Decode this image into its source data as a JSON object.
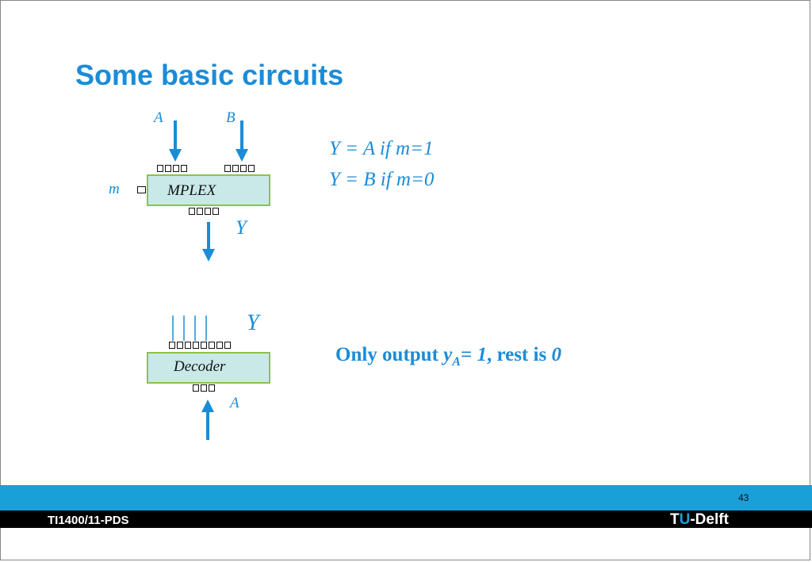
{
  "slide": {
    "title": "Some basic circuits",
    "page_number": "43",
    "course": "TI1400/11-PDS",
    "logo": {
      "t": "T",
      "u": "U",
      "rest": "-Delft"
    }
  },
  "colors": {
    "accent": "#1a8cd8",
    "box_fill": "#c9e9e9",
    "box_border": "#8bc34a",
    "stripe": "#1aa0d8"
  },
  "mux": {
    "input_a_label": "A",
    "input_b_label": "B",
    "select_label": "m",
    "box_label": "MPLEX",
    "output_label": "Y",
    "eq1": "Y = A   if m=1",
    "eq2": "Y = B   if m=0"
  },
  "decoder": {
    "output_label": "Y",
    "box_label": "Decoder",
    "input_label": "A",
    "note": {
      "prefix": "Only output ",
      "var": "y",
      "sub": "A",
      "eq": "= ",
      "val": "1",
      "mid": ", rest is ",
      "zero": "0"
    }
  }
}
